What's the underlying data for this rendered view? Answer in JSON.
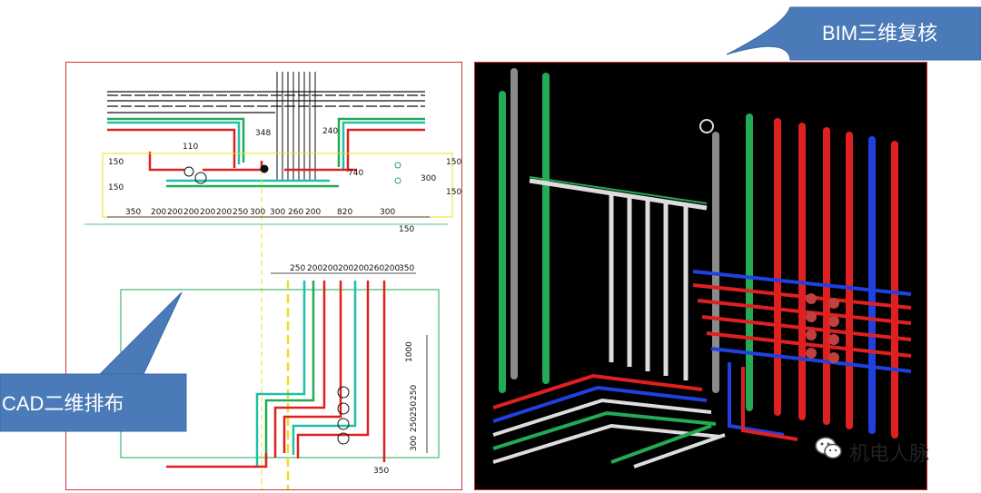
{
  "callouts": {
    "bim": "BIM三维复核",
    "cad": "CAD二维排布"
  },
  "cad_dimensions": {
    "top_row": [
      "350",
      "200",
      "200",
      "200",
      "200",
      "200",
      "250",
      "300",
      "300",
      "260",
      "200",
      "820",
      "300"
    ],
    "labels": [
      "110",
      "348",
      "240",
      "740",
      "300",
      "150",
      "150",
      "150",
      "150",
      "150"
    ],
    "lower_row": [
      "250",
      "200",
      "200",
      "200",
      "200",
      "260",
      "200",
      "350"
    ],
    "vertical": [
      "1000",
      "250",
      "250",
      "250",
      "300"
    ],
    "bottom": "350"
  },
  "watermark": {
    "icon": "wechat-icon",
    "text": "机电人脉"
  },
  "colors": {
    "callout_fill": "#4a7ab8",
    "panel_border": "#cc3333",
    "pipe_red": "#e02020",
    "pipe_green": "#22aa55",
    "pipe_teal": "#20c0a8",
    "pipe_blue": "#2040e0"
  }
}
